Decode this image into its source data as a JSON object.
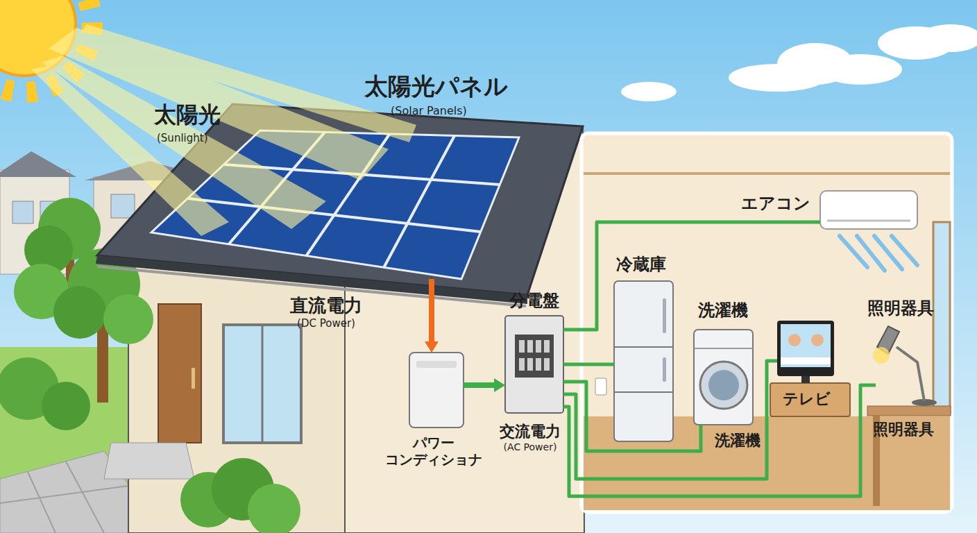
{
  "diagram": {
    "nodes": [
      {
        "text": [
          "太陽光パネル",
          "(Solar Panels)"
        ]
      },
      {
        "text": [
          "パワー コンディショナ"
        ]
      },
      {
        "text": [
          "分電盤"
        ]
      },
      {
        "text": [
          "エアコン"
        ]
      },
      {
        "text": [
          "冷蔵庫"
        ]
      },
      {
        "text": [
          "洗濯機"
        ]
      },
      {
        "text": [
          "テレビ"
        ]
      },
      {
        "text": [
          "照明器具"
        ]
      }
    ],
    "edges": [
      {
        "from": 0,
        "to": 1,
        "arrow": "to",
        "label": "直流電力 (DC Power)"
      },
      {
        "from": 1,
        "to": 2,
        "arrow": "to",
        "label": "交流電力 (AC Power)"
      },
      {
        "from": 2,
        "to": 3,
        "arrow": "none"
      },
      {
        "from": 2,
        "to": 4,
        "arrow": "none"
      },
      {
        "from": 2,
        "to": 5,
        "arrow": "none"
      },
      {
        "from": 2,
        "to": 6,
        "arrow": "none"
      },
      {
        "from": 2,
        "to": 7,
        "arrow": "none"
      }
    ],
    "labels": [
      "太陽光",
      "(Sunlight)",
      "洗濯機",
      "照明器具"
    ]
  }
}
